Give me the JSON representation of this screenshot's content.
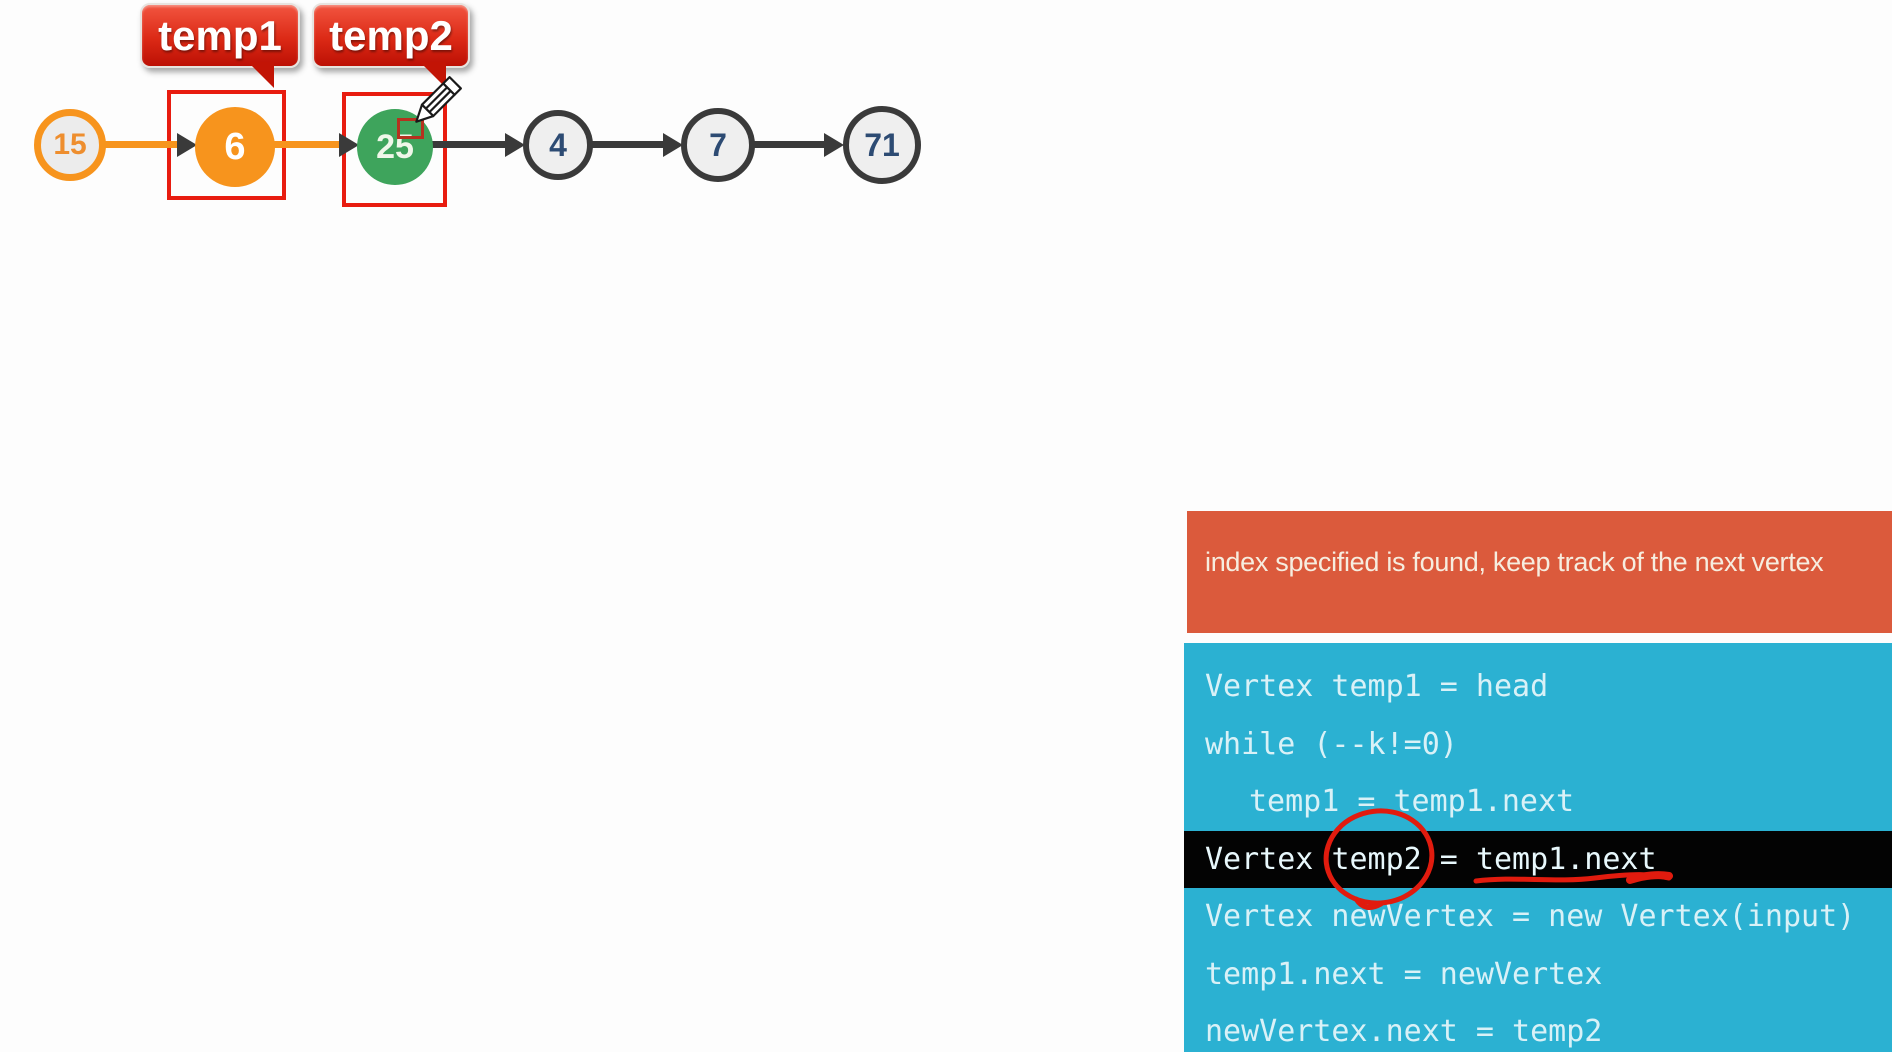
{
  "list": {
    "nodes": [
      {
        "value": "15",
        "role": "head"
      },
      {
        "value": "6",
        "role": "temp1-target"
      },
      {
        "value": "25",
        "role": "temp2-target"
      },
      {
        "value": "4"
      },
      {
        "value": "7"
      },
      {
        "value": "71"
      }
    ],
    "pointer_labels": [
      {
        "text": "temp1"
      },
      {
        "text": "temp2"
      }
    ]
  },
  "code_panel": {
    "header": "index specified is found, keep track of the next vertex",
    "lines": [
      {
        "text": "Vertex temp1 = head"
      },
      {
        "text": "while (--k!=0)"
      },
      {
        "text": "temp1 = temp1.next",
        "indent": true
      },
      {
        "highlighted": true,
        "segments": {
          "pre": "Vertex ",
          "circled": "temp2",
          "mid": " = ",
          "underlined": "temp1.next"
        }
      },
      {
        "text": "Vertex newVertex = new Vertex(input)"
      },
      {
        "text": "temp1.next = newVertex"
      },
      {
        "text": "newVertex.next = temp2"
      }
    ]
  },
  "icons": {
    "cursor": "pencil-cursor"
  },
  "colors": {
    "node_orange": "#f7941d",
    "node_green": "#3ea45c",
    "node_ring_dark": "#3a3a3a",
    "node_value_navy": "#2d4b73",
    "annotation_red": "#e11b0e",
    "selection_box_red": "#e81c10",
    "bubble_red": "#dc2a16",
    "header_orange": "#db5a3c",
    "panel_blue": "#2bb1d2",
    "highlight_black": "#030303",
    "code_text": "#d9f1f7"
  }
}
